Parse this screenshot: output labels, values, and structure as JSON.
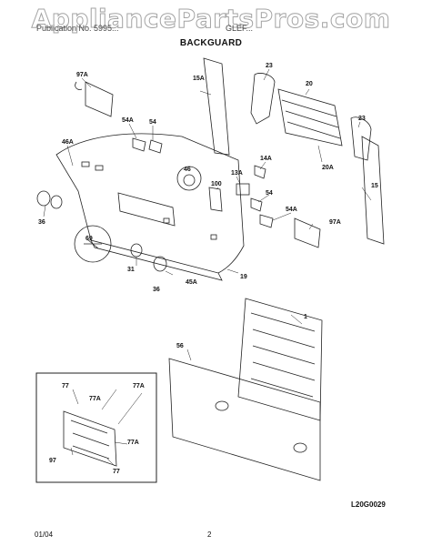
{
  "watermark": "AppliancePartsPros.com",
  "header": {
    "left_text": "Publication No. 5995...",
    "right_text": "GLEF..."
  },
  "section_title": "BACKGUARD",
  "callouts": [
    "97A",
    "54A",
    "54",
    "46A",
    "46",
    "15A",
    "23",
    "20",
    "23",
    "20A",
    "15",
    "14A",
    "13A",
    "100",
    "54",
    "54A",
    "97A",
    "36",
    "69",
    "31",
    "36",
    "45A",
    "19",
    "1",
    "56",
    "77",
    "77A",
    "77A",
    "97",
    "77A",
    "77"
  ],
  "drawing_code": "L20G0029",
  "footer": {
    "date": "01/04",
    "page": "2"
  }
}
